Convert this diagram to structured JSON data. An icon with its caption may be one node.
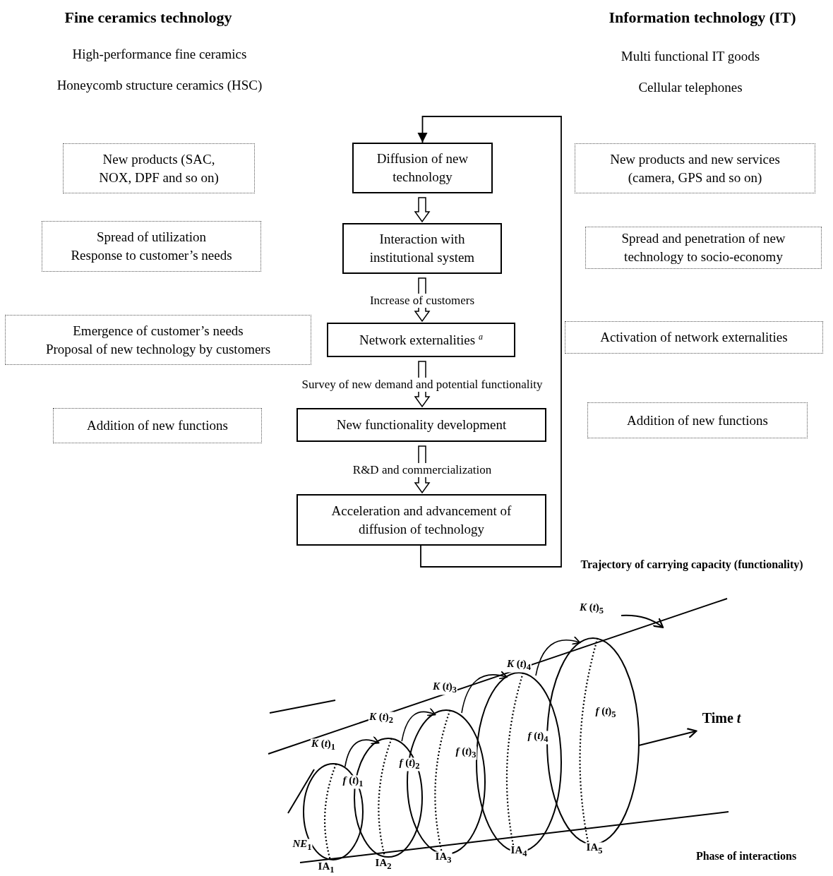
{
  "diagram": {
    "nodes": [
      {
        "text": [
          "New products (SAC, NOX, DPF and so on)"
        ]
      },
      {
        "text": [
          "Diffusion of new technology"
        ]
      },
      {
        "text": [
          "New products and new services (camera, GPS and so on)"
        ]
      },
      {
        "text": [
          "Spread of utilization",
          "Response to customer’s needs"
        ]
      },
      {
        "text": [
          "Interaction with institutional system"
        ]
      },
      {
        "text": [
          "Spread and penetration of new technology to socio-economy"
        ]
      },
      {
        "text": [
          "Emergence of customer’s needs",
          "Proposal of new technology by customers"
        ]
      },
      {
        "text": [
          "Network externalities $^{a}$"
        ]
      },
      {
        "text": [
          "Activation of network externalities"
        ]
      },
      {
        "text": [
          "Addition of new functions"
        ]
      },
      {
        "text": [
          "New functionality development"
        ]
      },
      {
        "text": [
          "Addition of new functions"
        ]
      },
      {
        "text": [
          "Acceleration and advancement of diffusion of technology"
        ]
      }
    ],
    "edges": [
      {
        "from": 1,
        "to": 4,
        "arrow": "to",
        "style": "thick"
      },
      {
        "from": 4,
        "to": 7,
        "arrow": "to",
        "style": "thick",
        "label": "Increase of customers"
      },
      {
        "from": 7,
        "to": 10,
        "arrow": "to",
        "style": "thick",
        "label": "Survey of new demand and potential functionality"
      },
      {
        "from": 10,
        "to": 12,
        "arrow": "to",
        "style": "thick",
        "label": "R&D and commercialization"
      },
      {
        "from": 12,
        "to": 1,
        "arrow": "to"
      }
    ],
    "labels": [
      "Fine ceramics technology",
      "Information technology (IT)",
      "High-performance fine ceramics",
      "Multi functional IT goods",
      "Honeycomb structure ceramics (HSC)",
      "Cellular telephones",
      "Trajectory of carrying capacity (functionality)",
      "*K* (*t*)$_{5}$",
      "*K* (*t*)$_{4}$",
      "*K* (*t*)$_{3}$",
      "*K* (*t*)$_{2}$",
      "*f* (*t*)$_{5}$",
      "Time *t*",
      "*f* (*t*)$_{4}$",
      "*K* (*t*)$_{1}$",
      "*f* (*t*)$_{3}$",
      "*f* (*t*)$_{2}$",
      "*f* (*t*)$_{1}$",
      "Phase of interactions",
      "IA$_{5}$",
      "IA$_{4}$",
      "*NE*$_{1}$",
      "IA$_{3}$",
      "IA$_{2}$",
      "IA$_{1}$"
    ]
  }
}
